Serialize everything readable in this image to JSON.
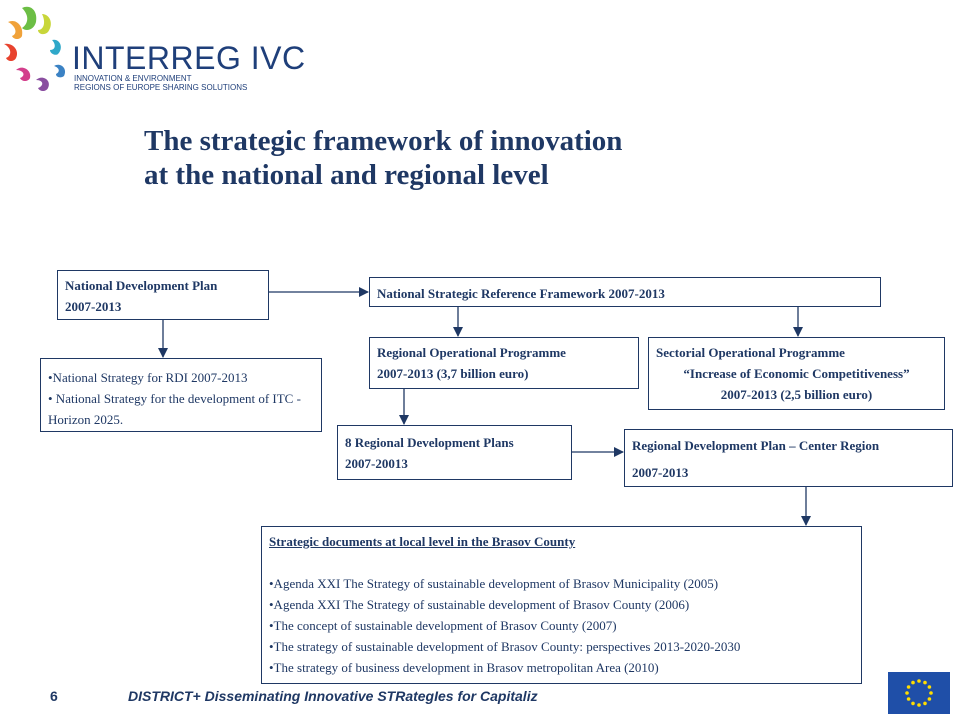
{
  "logo": {
    "name": "INTERREG IVC",
    "tagline1": "INNOVATION & ENVIRONMENT",
    "tagline2": "REGIONS OF EUROPE SHARING SOLUTIONS",
    "icon": "star-swirl-icon"
  },
  "title": {
    "line1": "The strategic framework of innovation",
    "line2": "at the national and regional level"
  },
  "boxes": {
    "ndp": {
      "line1": "National Development Plan",
      "line2": "2007-2013"
    },
    "nsrf": {
      "text": "National Strategic Reference Framework 2007-2013"
    },
    "nsrdi": {
      "items": [
        "•National Strategy for RDI 2007-2013",
        "• National Strategy for the development of ITC - Horizon 2025."
      ]
    },
    "rop": {
      "line1": "Regional Operational Programme",
      "line2": "2007-2013 (3,7 billion euro)"
    },
    "sop": {
      "line1": "Sectorial Operational Programme",
      "line2": "“Increase of Economic Competitiveness”",
      "line3": "2007-2013 (2,5 billion euro)"
    },
    "rdp8": {
      "line1": "8 Regional Development Plans",
      "line2": "2007-20013"
    },
    "rdpc": {
      "line1": "Regional Development Plan – Center Region",
      "line2": "2007-2013"
    },
    "local": {
      "heading": "Strategic documents at local level in the Brasov County",
      "items": [
        "•Agenda XXI The Strategy of sustainable development of Brasov Municipality (2005)",
        "•Agenda XXI The Strategy of sustainable development of Brasov County (2006)",
        "•The concept of sustainable development of Brasov County (2007)",
        "•The strategy of sustainable development of Brasov County: perspectives 2013-2020-2030",
        "•The strategy of business development in Brasov metropolitan Area (2010)"
      ]
    }
  },
  "footer": {
    "page_number": "6",
    "text": "DISTRICT+ Disseminating Innovative STRategIes for Capitaliz",
    "flag_icon": "eu-flag-icon"
  },
  "colors": {
    "primary": "#1f3864",
    "flag_blue": "#1f4fa8",
    "flag_star": "#ffdd00"
  }
}
